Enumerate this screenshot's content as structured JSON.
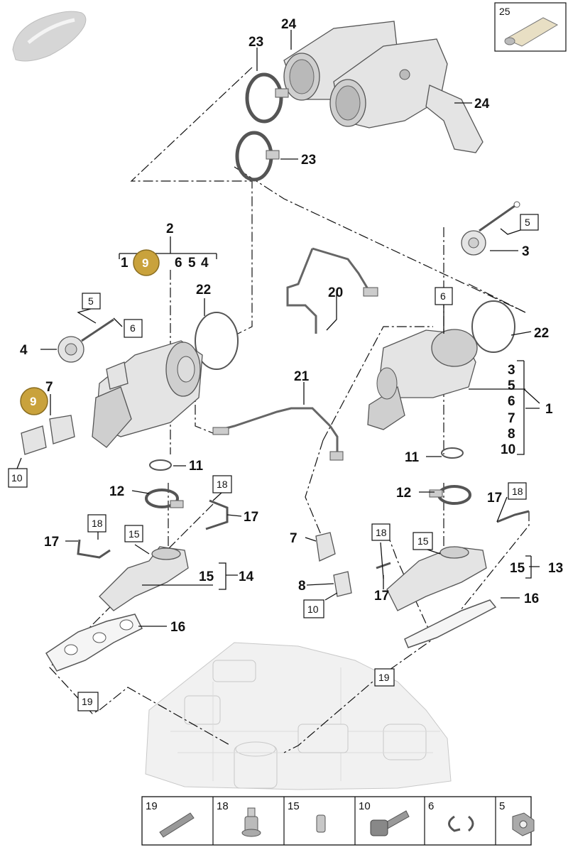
{
  "callouts": {
    "c1": "1",
    "c2": "2",
    "c3a": "3",
    "c3b": "3",
    "c4a": "4",
    "c4b": "4",
    "c5a": "5",
    "c5b": "5",
    "c5c": "5",
    "c6a": "6",
    "c6b": "6",
    "c6c": "6",
    "c6d": "6",
    "c7a": "7",
    "c7b": "7",
    "c7c": "7",
    "c8a": "8",
    "c8b": "8",
    "c10a": "10",
    "c10b": "10",
    "c10c": "10",
    "c11a": "11",
    "c11b": "11",
    "c12a": "12",
    "c12b": "12",
    "c13": "13",
    "c14": "14",
    "c15a": "15",
    "c15b": "15",
    "c15c": "15",
    "c15d": "15",
    "c16a": "16",
    "c16b": "16",
    "c17a": "17",
    "c17b": "17",
    "c17c": "17",
    "c17d": "17",
    "c18a": "18",
    "c18b": "18",
    "c18c": "18",
    "c18d": "18",
    "c19a": "19",
    "c19b": "19",
    "c20": "20",
    "c21": "21",
    "c22a": "22",
    "c22b": "22",
    "c23a": "23",
    "c23b": "23",
    "c24a": "24",
    "c24b": "24",
    "c25": "25"
  },
  "badges": {
    "b1": "9",
    "b2": "9"
  },
  "badge_color": "#c9a23c",
  "parts_strip": {
    "items": [
      {
        "label": "19",
        "icon": "pin-icon"
      },
      {
        "label": "18",
        "icon": "rivet-nut-icon"
      },
      {
        "label": "15",
        "icon": "stud-icon"
      },
      {
        "label": "10",
        "icon": "bolt-icon"
      },
      {
        "label": "6",
        "icon": "circlip-icon"
      },
      {
        "label": "5",
        "icon": "nut-icon"
      }
    ]
  }
}
